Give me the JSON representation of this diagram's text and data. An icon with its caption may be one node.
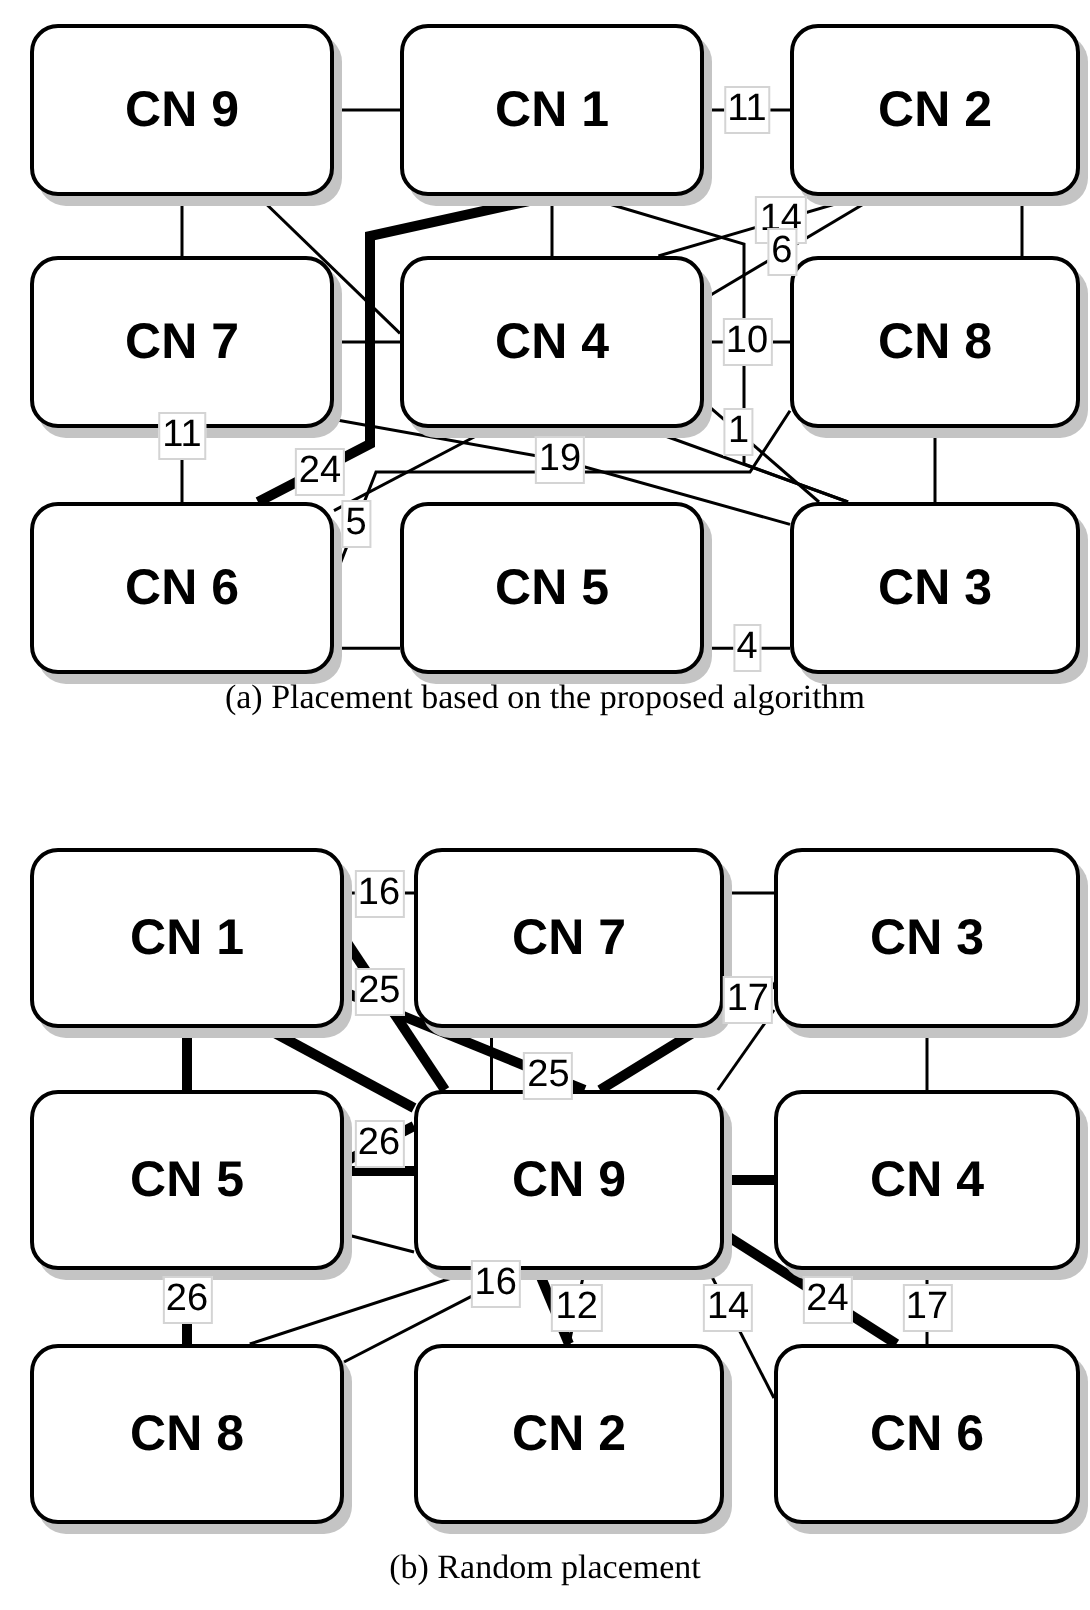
{
  "diagram": {
    "nodes": [
      {
        "text": [
          "CN 9"
        ]
      },
      {
        "text": [
          "CN 1"
        ]
      },
      {
        "text": [
          "CN 2"
        ]
      },
      {
        "text": [
          "CN 7"
        ]
      },
      {
        "text": [
          "CN 4"
        ]
      },
      {
        "text": [
          "CN 8"
        ]
      },
      {
        "text": [
          "CN 6"
        ]
      },
      {
        "text": [
          "CN 5"
        ]
      },
      {
        "text": [
          "CN 3"
        ]
      },
      {
        "text": [
          "CN 1"
        ]
      },
      {
        "text": [
          "CN 7"
        ]
      },
      {
        "text": [
          "CN 3"
        ]
      },
      {
        "text": [
          "CN 5"
        ]
      },
      {
        "text": [
          "CN 9"
        ]
      },
      {
        "text": [
          "CN 4"
        ]
      },
      {
        "text": [
          "CN 8"
        ]
      },
      {
        "text": [
          "CN 2"
        ]
      },
      {
        "text": [
          "CN 6"
        ]
      }
    ],
    "edges": [
      {
        "from": 0,
        "to": 1,
        "arrow": "none"
      },
      {
        "from": 1,
        "to": 2,
        "arrow": "none",
        "label": "11"
      },
      {
        "from": 0,
        "to": 3,
        "arrow": "none"
      },
      {
        "from": 3,
        "to": 6,
        "arrow": "none",
        "label": "11"
      },
      {
        "from": 0,
        "to": 4,
        "arrow": "none"
      },
      {
        "from": 4,
        "to": 8,
        "arrow": "none",
        "label": "1"
      },
      {
        "from": 1,
        "to": 6,
        "arrow": "none",
        "label": "24",
        "style": "thick"
      },
      {
        "from": 1,
        "to": 4,
        "arrow": "none"
      },
      {
        "from": 1,
        "to": 8,
        "arrow": "none"
      },
      {
        "from": 2,
        "to": 4,
        "arrow": "none",
        "label": "14"
      },
      {
        "from": 2,
        "to": 4,
        "arrow": "none",
        "label": "6"
      },
      {
        "from": 5,
        "to": 4,
        "arrow": "none",
        "label": "10"
      },
      {
        "from": 2,
        "to": 5,
        "arrow": "none"
      },
      {
        "from": 5,
        "to": 8,
        "arrow": "none"
      },
      {
        "from": 3,
        "to": 4,
        "arrow": "none"
      },
      {
        "from": 3,
        "to": 8,
        "arrow": "none",
        "label": "19"
      },
      {
        "from": 6,
        "to": 5,
        "arrow": "none",
        "label": "5"
      },
      {
        "from": 6,
        "to": 4,
        "arrow": "none"
      },
      {
        "from": 4,
        "to": 8,
        "arrow": "none"
      },
      {
        "from": 6,
        "to": 7,
        "arrow": "none"
      },
      {
        "from": 7,
        "to": 8,
        "arrow": "none",
        "label": "4"
      },
      {
        "from": 9,
        "to": 10,
        "arrow": "none",
        "label": "16"
      },
      {
        "from": 10,
        "to": 11,
        "arrow": "none"
      },
      {
        "from": 9,
        "to": 12,
        "arrow": "none",
        "style": "thick"
      },
      {
        "from": 12,
        "to": 15,
        "arrow": "none",
        "label": "26",
        "style": "thick"
      },
      {
        "from": 9,
        "to": 13,
        "arrow": "none",
        "label": "25",
        "style": "thick"
      },
      {
        "from": 13,
        "to": 16,
        "arrow": "none",
        "style": "thick"
      },
      {
        "from": 9,
        "to": 13,
        "arrow": "none",
        "style": "thick"
      },
      {
        "from": 13,
        "to": 17,
        "arrow": "none",
        "label": "24",
        "style": "thick"
      },
      {
        "from": 9,
        "to": 13,
        "arrow": "none",
        "label": "25",
        "style": "thick"
      },
      {
        "from": 13,
        "to": 14,
        "arrow": "none",
        "style": "thick"
      },
      {
        "from": 12,
        "to": 13,
        "arrow": "none",
        "label": "26",
        "style": "thick"
      },
      {
        "from": 13,
        "to": 11,
        "arrow": "none",
        "label": "17",
        "style": "thick"
      },
      {
        "from": 12,
        "to": 13,
        "arrow": "none",
        "style": "thick"
      },
      {
        "from": 11,
        "to": 13,
        "arrow": "none"
      },
      {
        "from": 10,
        "to": 13,
        "arrow": "none"
      },
      {
        "from": 11,
        "to": 14,
        "arrow": "none"
      },
      {
        "from": 12,
        "to": 13,
        "arrow": "none"
      },
      {
        "from": 15,
        "to": 13,
        "arrow": "none"
      },
      {
        "from": 15,
        "to": 13,
        "arrow": "none",
        "label": "16"
      },
      {
        "from": 13,
        "to": 16,
        "arrow": "none",
        "label": "12"
      },
      {
        "from": 13,
        "to": 17,
        "arrow": "none",
        "label": "14"
      },
      {
        "from": 14,
        "to": 17,
        "arrow": "none",
        "label": "17"
      }
    ],
    "labels": [
      "(a) Placement based on the proposed algorithm",
      "(b) Random placement"
    ]
  }
}
